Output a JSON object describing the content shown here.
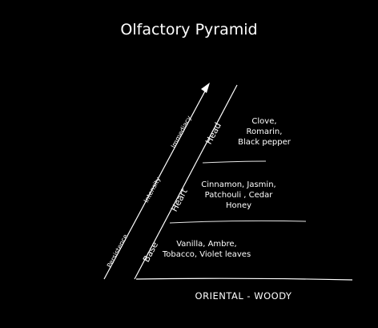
{
  "title": "Olfactory Pyramid",
  "axis_labels": {
    "persistence": "Persistence",
    "intensity": "Intensity",
    "immediacy": "Immediacy"
  },
  "tiers": [
    {
      "name": "Head",
      "notes": [
        "Clove,",
        "Romarin,",
        "Black pepper"
      ]
    },
    {
      "name": "Heart",
      "notes": [
        "Cinnamon, Jasmin,",
        "Patchouli , Cedar",
        "Honey"
      ]
    },
    {
      "name": "Base",
      "notes": [
        "Vanilla, Ambre,",
        "Tobacco, Violet leaves"
      ]
    }
  ],
  "family": "ORIENTAL - WOODY",
  "colors": {
    "background": "#000000",
    "lines": "#ffffff"
  },
  "icons": {
    "arrow": "arrow-up-right-icon"
  }
}
